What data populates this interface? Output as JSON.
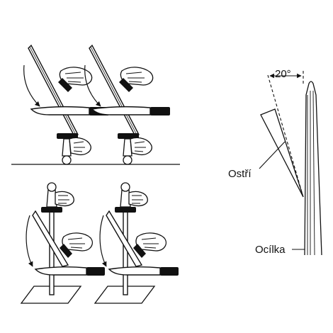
{
  "labels": {
    "angle": "20°",
    "blade": "Ostří",
    "steel": "Ocílka"
  },
  "colors": {
    "ink": "#111111",
    "background": "#ffffff"
  }
}
